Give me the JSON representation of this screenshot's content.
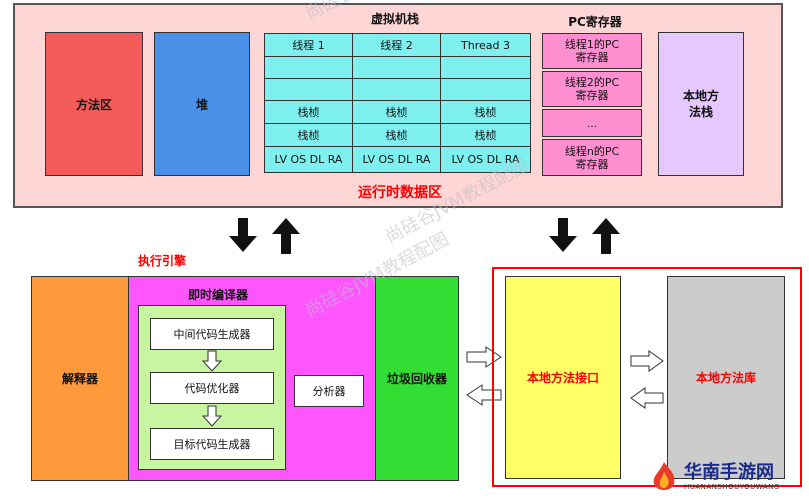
{
  "runtime_area": {
    "title": "运行时数据区",
    "method_area": "方法区",
    "heap": "堆",
    "vm_stack": {
      "title": "虚拟机栈",
      "columns": [
        "线程 1",
        "线程 2",
        "Thread 3"
      ],
      "frame_label": "栈桢",
      "lv_label": "LV OS DL RA"
    },
    "pc_register": {
      "title": "PC寄存器",
      "items": [
        "线程1的PC寄存器",
        "线程2的PC寄存器",
        "...",
        "线程n的PC寄存器"
      ]
    },
    "native_stack": "本地方法栈"
  },
  "engine": {
    "title": "执行引擎",
    "interpreter": "解释器",
    "jit": {
      "title": "即时编译器",
      "steps": [
        "中间代码生成器",
        "代码优化器",
        "目标代码生成器"
      ],
      "analyzer": "分析器"
    },
    "gc": "垃圾回收器"
  },
  "native": {
    "interface": "本地方法接口",
    "library": "本地方法库"
  },
  "watermark": "尚硅谷JVM教程配图",
  "logo": {
    "text": "华南手游网",
    "subtext": "HUANANSHOUYOUWANG"
  },
  "colors": {
    "runtime_bg": "#ffd6d6",
    "method_area": "#f55a5a",
    "heap": "#4a90e8",
    "vm_stack": "#7ff0f0",
    "pc_register": "#ff8fd0",
    "native_stack": "#e4c8ff",
    "interpreter": "#ff9a3c",
    "engine": "#ff55ff",
    "jit_inner": "#c8f5a0",
    "gc": "#33dd33",
    "native_interface": "#ffff66",
    "native_library": "#cccccc",
    "highlight_red": "#ff0000"
  }
}
